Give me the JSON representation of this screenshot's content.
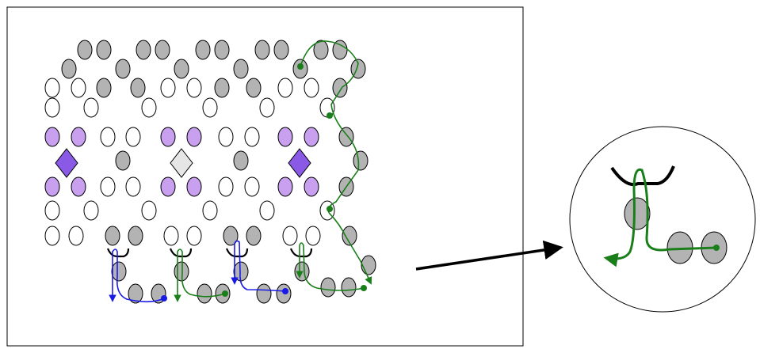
{
  "diagram": {
    "colors": {
      "bead_gray": "#b3b3b3",
      "bead_white": "#ffffff",
      "bead_purple": "#c9a0f0",
      "diamond_purple": "#8a5ae6",
      "diamond_light": "#e6e6e6",
      "thread_green": "#1a7f1a",
      "thread_blue": "#1a1ae6",
      "stroke": "#000000"
    },
    "bead_kinds": [
      "gray",
      "white",
      "purple"
    ],
    "diamond_kinds": [
      "purple",
      "light",
      "purple"
    ],
    "thread_paths": {
      "main_green": "green",
      "bottom_1": "blue",
      "bottom_2": "green",
      "bottom_3": "blue",
      "bottom_4": "green",
      "magnified": "green"
    },
    "magnifier": {
      "shape": "circle",
      "content": "bead-pair-with-thread-loop"
    }
  }
}
